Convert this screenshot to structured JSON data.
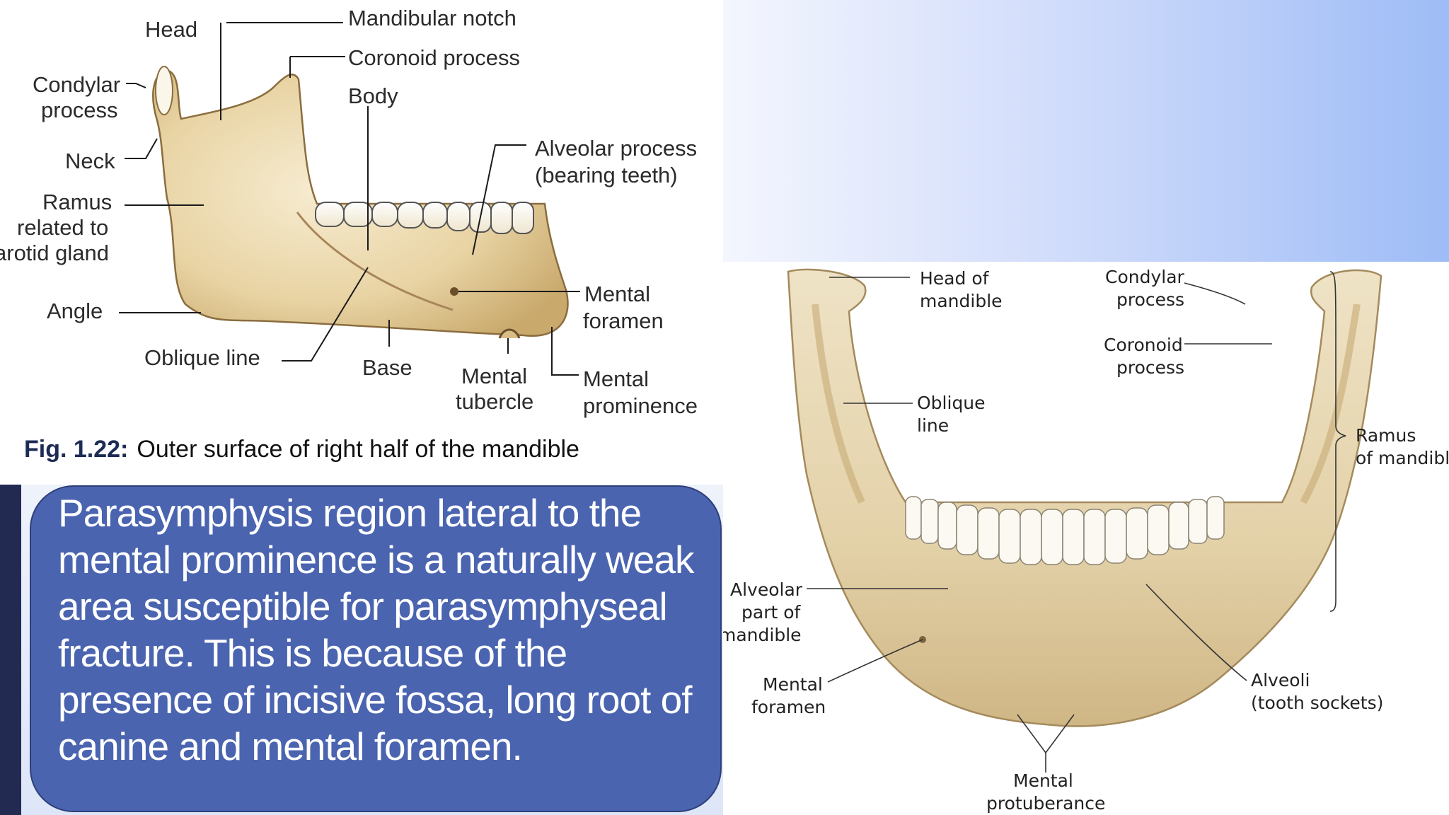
{
  "left_figure": {
    "labels": {
      "head": "Head",
      "mandibular_notch": "Mandibular notch",
      "coronoid_process": "Coronoid process",
      "condylar_process_1": "Condylar",
      "condylar_process_2": "process",
      "body": "Body",
      "alveolar_process_1": "Alveolar process",
      "alveolar_process_2": "(bearing teeth)",
      "neck": "Neck",
      "ramus_1": "Ramus",
      "ramus_2": "related to",
      "ramus_3": "arotid gland",
      "angle": "Angle",
      "mental_foramen_1": "Mental",
      "mental_foramen_2": "foramen",
      "oblique_line": "Oblique line",
      "base": "Base",
      "mental_tubercle_1": "Mental",
      "mental_tubercle_2": "tubercle",
      "mental_prominence_1": "Mental",
      "mental_prominence_2": "prominence"
    },
    "caption_bold": "Fig. 1.22:",
    "caption_text": "Outer surface of right half of the mandible"
  },
  "right_figure": {
    "labels": {
      "head_of_mandible_1": "Head of",
      "head_of_mandible_2": "mandible",
      "condylar_process_1": "Condylar",
      "condylar_process_2": "process",
      "coronoid_process_1": "Coronoid",
      "coronoid_process_2": "process",
      "oblique_line_1": "Oblique",
      "oblique_line_2": "line",
      "ramus_1": "Ramus",
      "ramus_2": "of mandible",
      "alveolar_part_1": "Alveolar",
      "alveolar_part_2": "part of",
      "alveolar_part_3": "mandible",
      "mental_foramen_1": "Mental",
      "mental_foramen_2": "foramen",
      "alveoli_1": "Alveoli",
      "alveoli_2": "(tooth sockets)",
      "mental_protuberance_1": "Mental",
      "mental_protuberance_2": "protuberance"
    }
  },
  "text_panel": {
    "body": "Parasymphysis region lateral to the mental prominence is a naturally weak area susceptible for parasymphyseal fracture. This is because of the presence of incisive fossa, long root of canine and mental foramen."
  },
  "colors": {
    "panel": "#4a64b0",
    "bone": "#e6d2a6",
    "stripe": "#232a52",
    "gradient_end": "#9ebcf6"
  }
}
